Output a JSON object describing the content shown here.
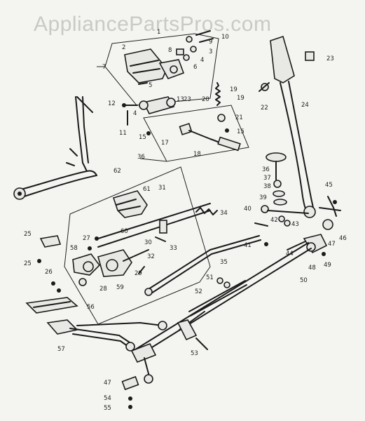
{
  "watermark": "AppliancePartsPros.com",
  "part_numbers": [
    {
      "id": "p1",
      "text": "1"
    },
    {
      "id": "p2",
      "text": "2"
    },
    {
      "id": "p3",
      "text": "3"
    },
    {
      "id": "p4",
      "text": "4"
    },
    {
      "id": "p5",
      "text": "5"
    },
    {
      "id": "p6",
      "text": "6"
    },
    {
      "id": "p7",
      "text": "7"
    },
    {
      "id": "p8",
      "text": "8"
    },
    {
      "id": "p9",
      "text": "9"
    },
    {
      "id": "p10",
      "text": "10"
    },
    {
      "id": "p11",
      "text": "11"
    },
    {
      "id": "p12",
      "text": "12"
    },
    {
      "id": "p13",
      "text": "13"
    },
    {
      "id": "p15",
      "text": "15"
    },
    {
      "id": "p17",
      "text": "17"
    },
    {
      "id": "p18",
      "text": "18"
    },
    {
      "id": "p19",
      "text": "19"
    },
    {
      "id": "p20",
      "text": "20"
    },
    {
      "id": "p21",
      "text": "21"
    },
    {
      "id": "p22",
      "text": "22"
    },
    {
      "id": "p23a",
      "text": "23"
    },
    {
      "id": "p23b",
      "text": "23"
    },
    {
      "id": "p24",
      "text": "24"
    },
    {
      "id": "p25a",
      "text": "25"
    },
    {
      "id": "p25b",
      "text": "25"
    },
    {
      "id": "p26",
      "text": "26"
    },
    {
      "id": "p27",
      "text": "27"
    },
    {
      "id": "p28",
      "text": "28"
    },
    {
      "id": "p29",
      "text": "29"
    },
    {
      "id": "p30",
      "text": "30"
    },
    {
      "id": "p31",
      "text": "31"
    },
    {
      "id": "p32",
      "text": "32"
    },
    {
      "id": "p33",
      "text": "33"
    },
    {
      "id": "p34",
      "text": "34"
    },
    {
      "id": "p35",
      "text": "35"
    },
    {
      "id": "p36",
      "text": "36"
    },
    {
      "id": "p36b",
      "text": "36"
    },
    {
      "id": "p37",
      "text": "37"
    },
    {
      "id": "p38",
      "text": "38"
    },
    {
      "id": "p39",
      "text": "39"
    },
    {
      "id": "p40",
      "text": "40"
    },
    {
      "id": "p41",
      "text": "41"
    },
    {
      "id": "p42",
      "text": "42"
    },
    {
      "id": "p43",
      "text": "43"
    },
    {
      "id": "p44",
      "text": "44"
    },
    {
      "id": "p45",
      "text": "45"
    },
    {
      "id": "p46",
      "text": "46"
    },
    {
      "id": "p47a",
      "text": "47"
    },
    {
      "id": "p47b",
      "text": "47"
    },
    {
      "id": "p48",
      "text": "48"
    },
    {
      "id": "p49",
      "text": "49"
    },
    {
      "id": "p50",
      "text": "50"
    },
    {
      "id": "p51",
      "text": "51"
    },
    {
      "id": "p52",
      "text": "52"
    },
    {
      "id": "p53",
      "text": "53"
    },
    {
      "id": "p54",
      "text": "54"
    },
    {
      "id": "p55",
      "text": "55"
    },
    {
      "id": "p56",
      "text": "56"
    },
    {
      "id": "p57",
      "text": "57"
    },
    {
      "id": "p58",
      "text": "58"
    },
    {
      "id": "p59",
      "text": "59"
    },
    {
      "id": "p60",
      "text": "60"
    },
    {
      "id": "p61",
      "text": "61"
    },
    {
      "id": "p62",
      "text": "62"
    },
    {
      "id": "p19b",
      "text": "19"
    }
  ]
}
